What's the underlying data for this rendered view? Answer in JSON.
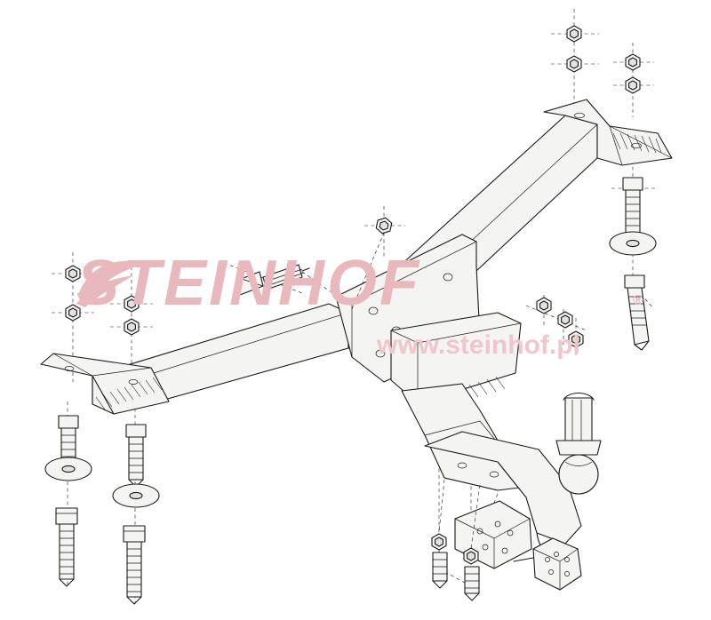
{
  "document": {
    "title": "Steinhof towbar assembly exploded technical drawing",
    "type": "line-drawing"
  },
  "watermark": {
    "brand": "STEINHOF",
    "registered_mark": "®",
    "url": "www.steinhof.pl",
    "brand_color": "#e9b8bd",
    "url_color": "#efc6ca"
  },
  "drawing": {
    "line_color": "#1a1a1a",
    "fill_color": "#f2f2f0",
    "background": "#ffffff",
    "parts": [
      {
        "name": "main-crossbar-left-arm",
        "kind": "beam"
      },
      {
        "name": "main-crossbar-right-arm",
        "kind": "beam"
      },
      {
        "name": "left-mounting-plate",
        "kind": "plate"
      },
      {
        "name": "right-mounting-plate",
        "kind": "plate"
      },
      {
        "name": "center-vertical-plate",
        "kind": "plate"
      },
      {
        "name": "tow-ball-neck",
        "kind": "bracket"
      },
      {
        "name": "tow-ball",
        "kind": "ball"
      },
      {
        "name": "electrical-socket-bracket",
        "kind": "bracket"
      },
      {
        "name": "electrical-socket",
        "kind": "socket"
      },
      {
        "name": "bolt-fastener",
        "kind": "bolt"
      },
      {
        "name": "nut-fastener",
        "kind": "nut"
      },
      {
        "name": "washer-fastener",
        "kind": "washer"
      }
    ]
  }
}
